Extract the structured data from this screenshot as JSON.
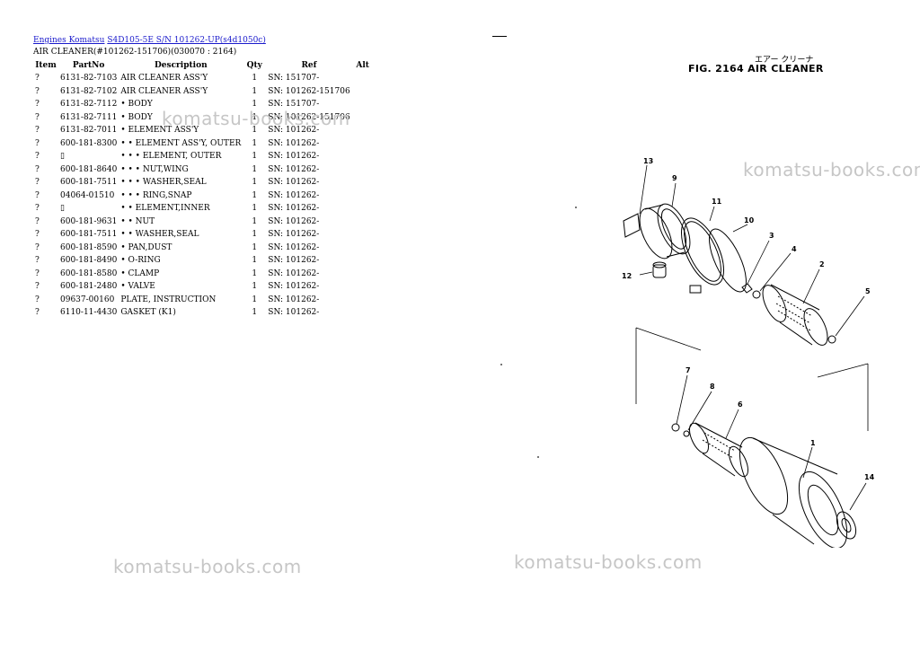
{
  "breadcrumb": {
    "link1": "Engines Komatsu",
    "link2": "S4D105-5E S/N 101262-UP(s4d1050c)"
  },
  "subtitle": "AIR CLEANER(#101262-151706)(030070 : 2164)",
  "table": {
    "headers": [
      "Item",
      "PartNo",
      "Description",
      "Qty",
      "Ref",
      "Alt"
    ],
    "rows": [
      {
        "item": "?",
        "part": "6131-82-7103",
        "desc": "AIR CLEANER ASS'Y",
        "qty": "1",
        "ref": "SN: 151707-"
      },
      {
        "item": "?",
        "part": "6131-82-7102",
        "desc": "AIR CLEANER ASS'Y",
        "qty": "1",
        "ref": "SN: 101262-151706"
      },
      {
        "item": "?",
        "part": "6131-82-7112",
        "desc": "• BODY",
        "qty": "1",
        "ref": "SN: 151707-"
      },
      {
        "item": "?",
        "part": "6131-82-7111",
        "desc": "• BODY",
        "qty": "1",
        "ref": "SN: 101262-151706"
      },
      {
        "item": "?",
        "part": "6131-82-7011",
        "desc": "• ELEMENT ASS'Y",
        "qty": "1",
        "ref": "SN: 101262-"
      },
      {
        "item": "?",
        "part": "600-181-8300",
        "desc": "• • ELEMENT ASS'Y, OUTER",
        "qty": "1",
        "ref": "SN: 101262-"
      },
      {
        "item": "?",
        "part": "▯",
        "desc": "• • • ELEMENT, OUTER",
        "qty": "1",
        "ref": "SN: 101262-"
      },
      {
        "item": "?",
        "part": "600-181-8640",
        "desc": "• • • NUT,WING",
        "qty": "1",
        "ref": "SN: 101262-"
      },
      {
        "item": "?",
        "part": "600-181-7511",
        "desc": "• • • WASHER,SEAL",
        "qty": "1",
        "ref": "SN: 101262-"
      },
      {
        "item": "?",
        "part": "04064-01510",
        "desc": "• • • RING,SNAP",
        "qty": "1",
        "ref": "SN: 101262-"
      },
      {
        "item": "?",
        "part": "▯",
        "desc": "• • ELEMENT,INNER",
        "qty": "1",
        "ref": "SN: 101262-"
      },
      {
        "item": "?",
        "part": "600-181-9631",
        "desc": "• • NUT",
        "qty": "1",
        "ref": "SN: 101262-"
      },
      {
        "item": "?",
        "part": "600-181-7511",
        "desc": "• • WASHER,SEAL",
        "qty": "1",
        "ref": "SN: 101262-"
      },
      {
        "item": "?",
        "part": "600-181-8590",
        "desc": "• PAN,DUST",
        "qty": "1",
        "ref": "SN: 101262-"
      },
      {
        "item": "?",
        "part": "600-181-8490",
        "desc": "• O-RING",
        "qty": "1",
        "ref": "SN: 101262-"
      },
      {
        "item": "?",
        "part": "600-181-8580",
        "desc": "• CLAMP",
        "qty": "1",
        "ref": "SN: 101262-"
      },
      {
        "item": "?",
        "part": "600-181-2480",
        "desc": "• VALVE",
        "qty": "1",
        "ref": "SN: 101262-"
      },
      {
        "item": "?",
        "part": "09637-00160",
        "desc": "PLATE, INSTRUCTION",
        "qty": "1",
        "ref": "SN: 101262-"
      },
      {
        "item": "?",
        "part": "6110-11-4430",
        "desc": "GASKET (K1)",
        "qty": "1",
        "ref": "SN: 101262-"
      }
    ]
  },
  "watermark": "komatsu-books.com",
  "figure": {
    "title": "FIG. 2164   AIR CLEANER",
    "japanese": "エアー クリーナ",
    "callouts": [
      "1",
      "2",
      "3",
      "4",
      "5",
      "6",
      "7",
      "8",
      "9",
      "10",
      "11",
      "12",
      "13",
      "14"
    ]
  }
}
